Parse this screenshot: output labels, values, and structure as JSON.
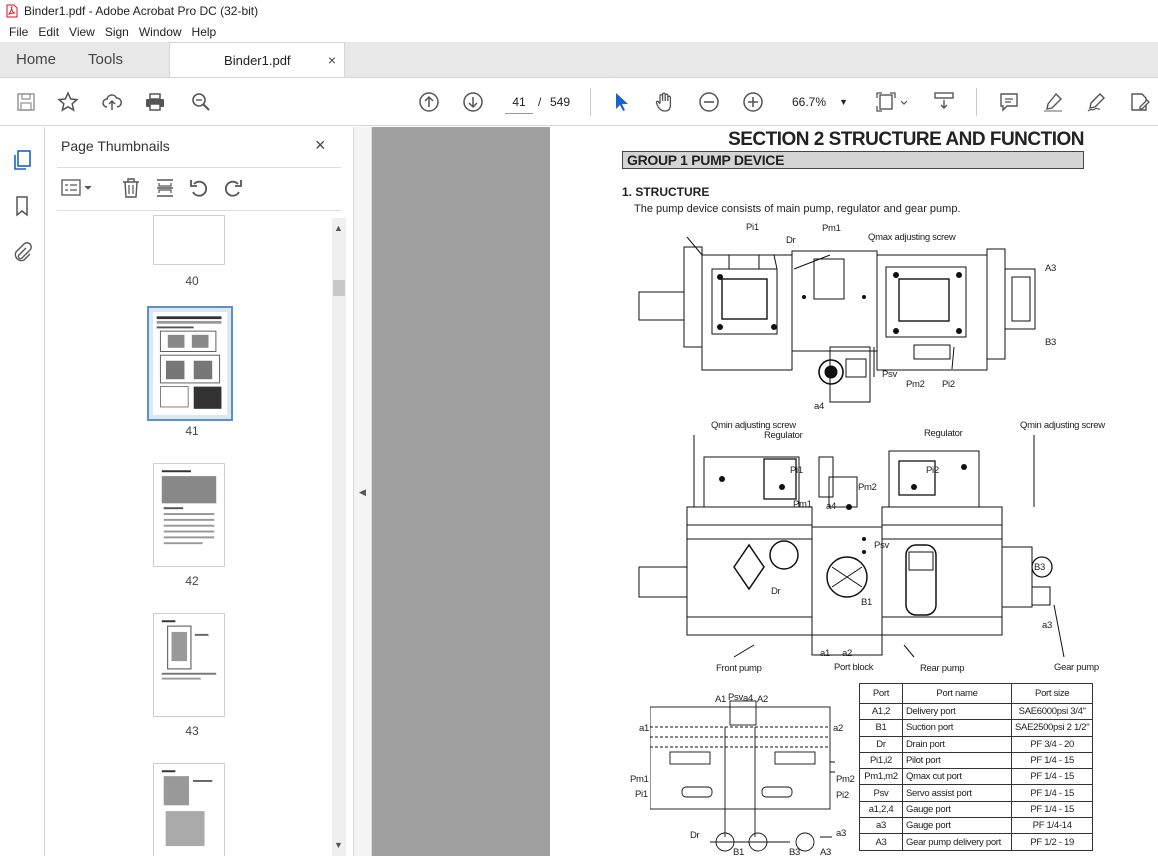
{
  "window": {
    "title": "Binder1.pdf - Adobe Acrobat Pro DC (32-bit)"
  },
  "menu": [
    "File",
    "Edit",
    "View",
    "Sign",
    "Window",
    "Help"
  ],
  "tabs": {
    "home": "Home",
    "tools": "Tools",
    "document": "Binder1.pdf",
    "close": "×"
  },
  "toolbar": {
    "current_page": "41",
    "separator": "/",
    "total_pages": "549",
    "zoom": "66.7%",
    "zoom_caret": "▼"
  },
  "panel": {
    "title": "Page Thumbnails",
    "close": "×",
    "thumbnails": [
      {
        "label": "40"
      },
      {
        "label": "41"
      },
      {
        "label": "42"
      },
      {
        "label": "43"
      },
      {
        "label": ""
      }
    ]
  },
  "scroll": {
    "up": "▲",
    "down": "▼",
    "collapse": "◀"
  },
  "pdf": {
    "section_title": "SECTION  2  STRUCTURE AND FUNCTION",
    "group_title": "GROUP  1  PUMP DEVICE",
    "heading": "1. STRUCTURE",
    "paragraph": "The pump device consists of main pump, regulator and gear pump.",
    "labels_top": {
      "pi1": "Pi1",
      "dr": "Dr",
      "pm1": "Pm1",
      "qmax": "Qmax adjusting screw",
      "a3": "A3",
      "b3": "B3",
      "psv": "Psv",
      "pm2": "Pm2",
      "pi2": "Pi2",
      "a4": "a4"
    },
    "labels_mid": {
      "qmin_left": "Qmin adjusting screw",
      "regulator_left": "Regulator",
      "pi1": "Pi1",
      "regulator_right": "Regulator",
      "pi2": "Pi2",
      "qmin_right": "Qmin adjusting screw",
      "pm1": "Pm1",
      "a4": "a4",
      "pm2": "Pm2",
      "psv": "Psv",
      "dr": "Dr",
      "b1": "B1",
      "b3": "B3",
      "a3": "a3",
      "a1": "a1",
      "a2": "a2",
      "front_pump": "Front pump",
      "port_block": "Port block",
      "rear_pump": "Rear pump",
      "gear_pump": "Gear pump"
    },
    "labels_circuit": {
      "a1top": "A1",
      "psv": "Psv",
      "a4": "a4",
      "a2top": "A2",
      "a1": "a1",
      "a2": "a2",
      "pm1": "Pm1",
      "pi1": "Pi1",
      "pm2": "Pm2",
      "pi2": "Pi2",
      "dr": "Dr",
      "a3": "a3",
      "b1": "B1",
      "b3": "B3",
      "a3b": "A3"
    },
    "table": {
      "headers": [
        "Port",
        "Port name",
        "Port size"
      ],
      "rows": [
        [
          "A1,2",
          "Delivery port",
          "SAE6000psi 3/4\""
        ],
        [
          "B1",
          "Suction port",
          "SAE2500psi 2 1/2\""
        ],
        [
          "Dr",
          "Drain port",
          "PF 3/4 - 20"
        ],
        [
          "Pi1,i2",
          "Pilot port",
          "PF 1/4 - 15"
        ],
        [
          "Pm1,m2",
          "Qmax cut port",
          "PF 1/4 - 15"
        ],
        [
          "Psv",
          "Servo assist port",
          "PF 1/4 - 15"
        ],
        [
          "a1,2,4",
          "Gauge port",
          "PF 1/4 - 15"
        ],
        [
          "a3",
          "Gauge port",
          "PF 1/4-14"
        ],
        [
          "A3",
          "Gear pump delivery port",
          "PF 1/2 - 19"
        ]
      ]
    }
  }
}
